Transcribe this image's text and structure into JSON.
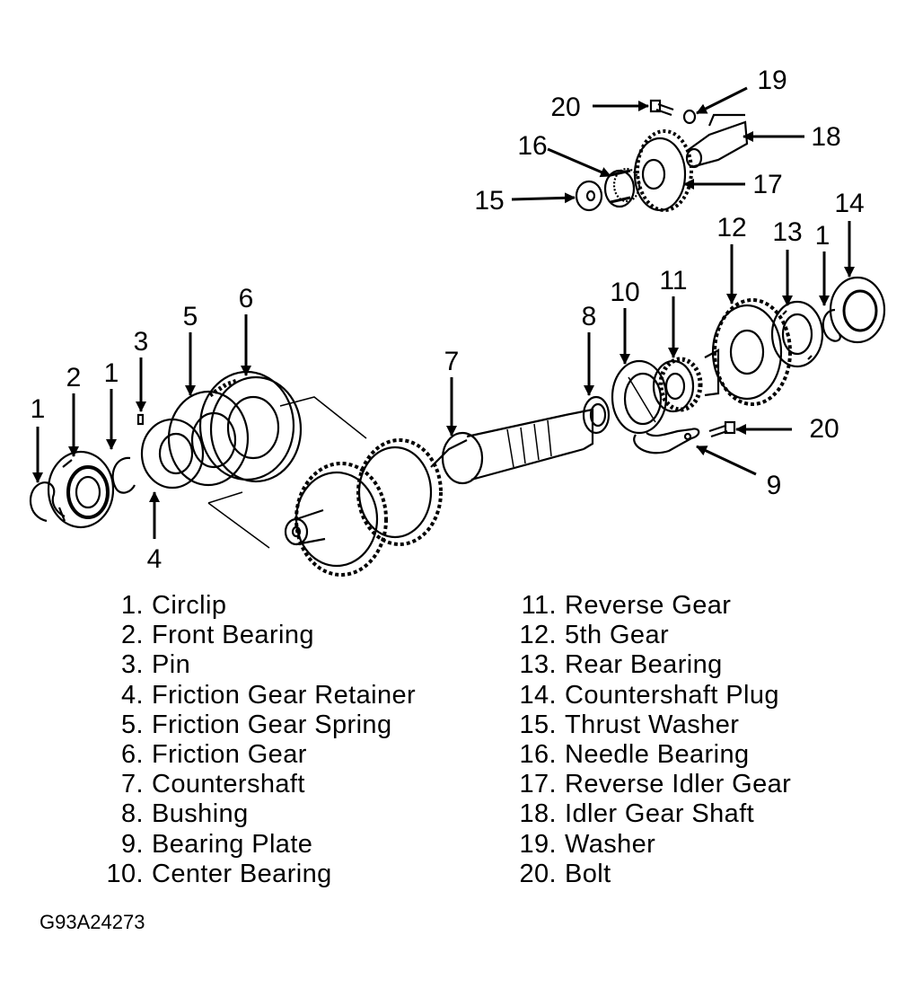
{
  "figure_id": "G93A24273",
  "callouts": {
    "c1a": "1",
    "c2": "2",
    "c1b": "1",
    "c3": "3",
    "c4": "4",
    "c5": "5",
    "c6": "6",
    "c7": "7",
    "c8": "8",
    "c9": "9",
    "c10": "10",
    "c11": "11",
    "c12": "12",
    "c13": "13",
    "c1c": "1",
    "c14": "14",
    "c15": "15",
    "c16": "16",
    "c17": "17",
    "c18": "18",
    "c19": "19",
    "c20a": "20",
    "c20b": "20"
  },
  "legend_left": [
    {
      "num": "1.",
      "label": "Circlip"
    },
    {
      "num": "2.",
      "label": "Front Bearing"
    },
    {
      "num": "3.",
      "label": "Pin"
    },
    {
      "num": "4.",
      "label": "Friction Gear Retainer"
    },
    {
      "num": "5.",
      "label": "Friction Gear Spring"
    },
    {
      "num": "6.",
      "label": "Friction Gear"
    },
    {
      "num": "7.",
      "label": "Countershaft"
    },
    {
      "num": "8.",
      "label": "Bushing"
    },
    {
      "num": "9.",
      "label": "Bearing Plate"
    },
    {
      "num": "10.",
      "label": "Center Bearing"
    }
  ],
  "legend_right": [
    {
      "num": "11.",
      "label": "Reverse Gear"
    },
    {
      "num": "12.",
      "label": "5th Gear"
    },
    {
      "num": "13.",
      "label": "Rear Bearing"
    },
    {
      "num": "14.",
      "label": "Countershaft Plug"
    },
    {
      "num": "15.",
      "label": "Thrust Washer"
    },
    {
      "num": "16.",
      "label": "Needle Bearing"
    },
    {
      "num": "17.",
      "label": "Reverse Idler Gear"
    },
    {
      "num": "18.",
      "label": "Idler Gear Shaft"
    },
    {
      "num": "19.",
      "label": "Washer"
    },
    {
      "num": "20.",
      "label": "Bolt"
    }
  ]
}
